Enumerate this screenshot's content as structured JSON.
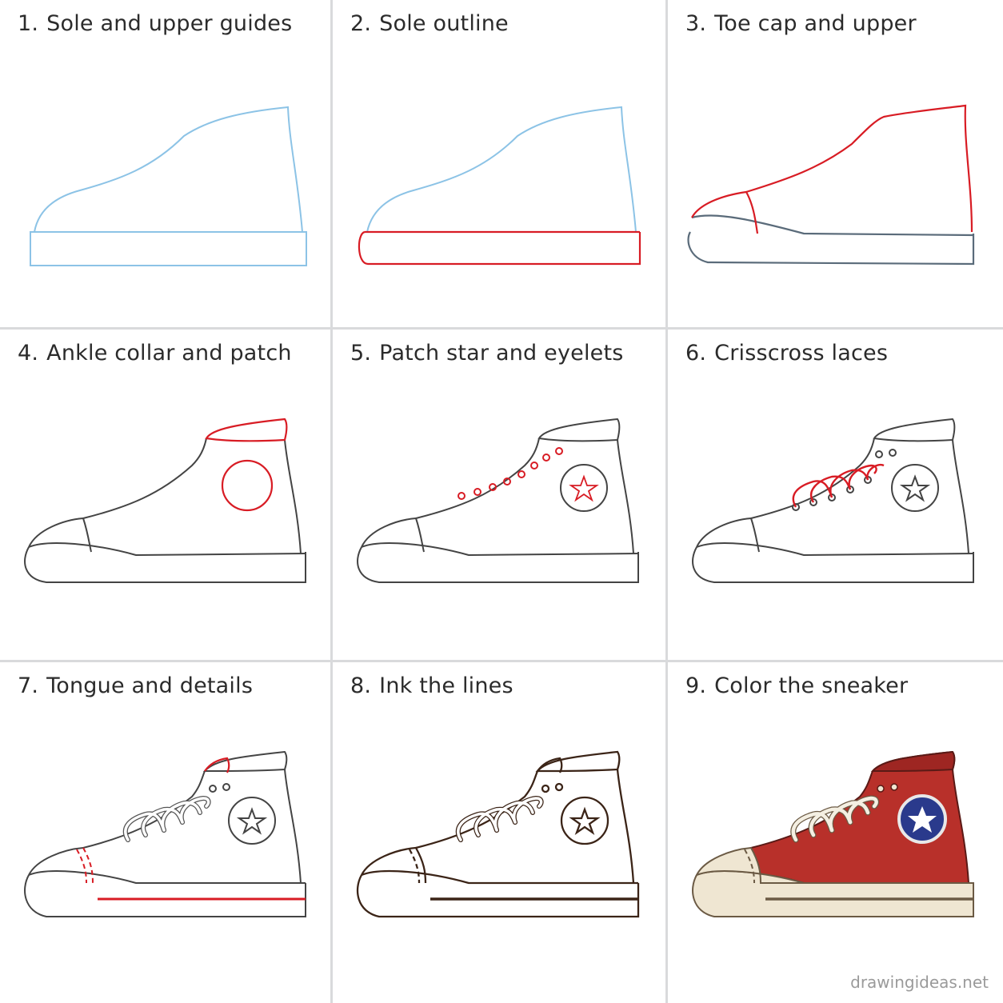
{
  "steps": [
    {
      "number": "1.",
      "title": "Sole and upper guides"
    },
    {
      "number": "2.",
      "title": "Sole outline"
    },
    {
      "number": "3.",
      "title": "Toe cap and upper"
    },
    {
      "number": "4.",
      "title": "Ankle collar and patch"
    },
    {
      "number": "5.",
      "title": "Patch star and eyelets"
    },
    {
      "number": "6.",
      "title": "Crisscross laces"
    },
    {
      "number": "7.",
      "title": "Tongue and details"
    },
    {
      "number": "8.",
      "title": "Ink the lines"
    },
    {
      "number": "9.",
      "title": "Color the sneaker"
    }
  ],
  "watermark": "drawingideas.net",
  "colors": {
    "guide_blue": "#8cc3e6",
    "highlight_red": "#d81c24",
    "pencil_gray": "#444444",
    "ink_brown": "#3b2417",
    "canvas_red": "#b8302a",
    "patch_navy": "#2a3a8c",
    "sole_cream": "#efe6d2"
  }
}
